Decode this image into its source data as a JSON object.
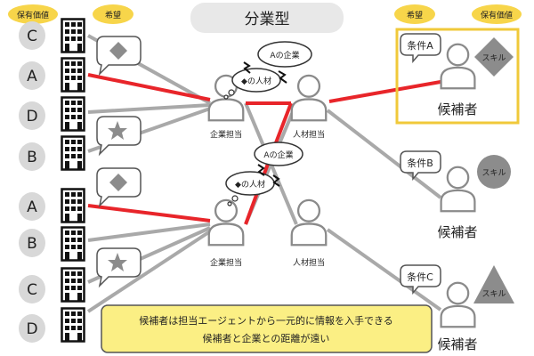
{
  "title": "分業型",
  "headers": {
    "left_value": "保有価値",
    "left_hope": "希望",
    "right_hope": "希望",
    "right_value": "保有価値"
  },
  "companies": [
    {
      "grade": "C",
      "hope": "diamond"
    },
    {
      "grade": "A",
      "hope": ""
    },
    {
      "grade": "D",
      "hope": "star"
    },
    {
      "grade": "B",
      "hope": ""
    },
    {
      "grade": "A",
      "hope": "diamond"
    },
    {
      "grade": "B",
      "hope": ""
    },
    {
      "grade": "C",
      "hope": "star"
    },
    {
      "grade": "D",
      "hope": ""
    }
  ],
  "agents": {
    "company_agent_label": "企業担当",
    "talent_agent_label": "人材担当",
    "bubble_company": "Aの企業",
    "bubble_talent": "◆の人材"
  },
  "candidates": [
    {
      "condition": "条件A",
      "skill_label": "スキル",
      "skill_shape": "diamond",
      "name": "候補者",
      "highlight": true
    },
    {
      "condition": "条件B",
      "skill_label": "スキル",
      "skill_shape": "circle",
      "name": "候補者",
      "highlight": false
    },
    {
      "condition": "条件C",
      "skill_label": "スキル",
      "skill_shape": "triangle",
      "name": "候補者",
      "highlight": false
    }
  ],
  "note": {
    "line1": "候補者は担当エージェントから一元的に情報を入手できる",
    "line2": "候補者と企業との距離が遠い"
  },
  "colors": {
    "match_line": "#e8252a",
    "link_line": "#a9a9a9",
    "header_badge": "#f7d54a",
    "highlight_box": "#f0c93a",
    "note_fill": "#fbef84",
    "skill_fill": "#8c8c8c"
  }
}
